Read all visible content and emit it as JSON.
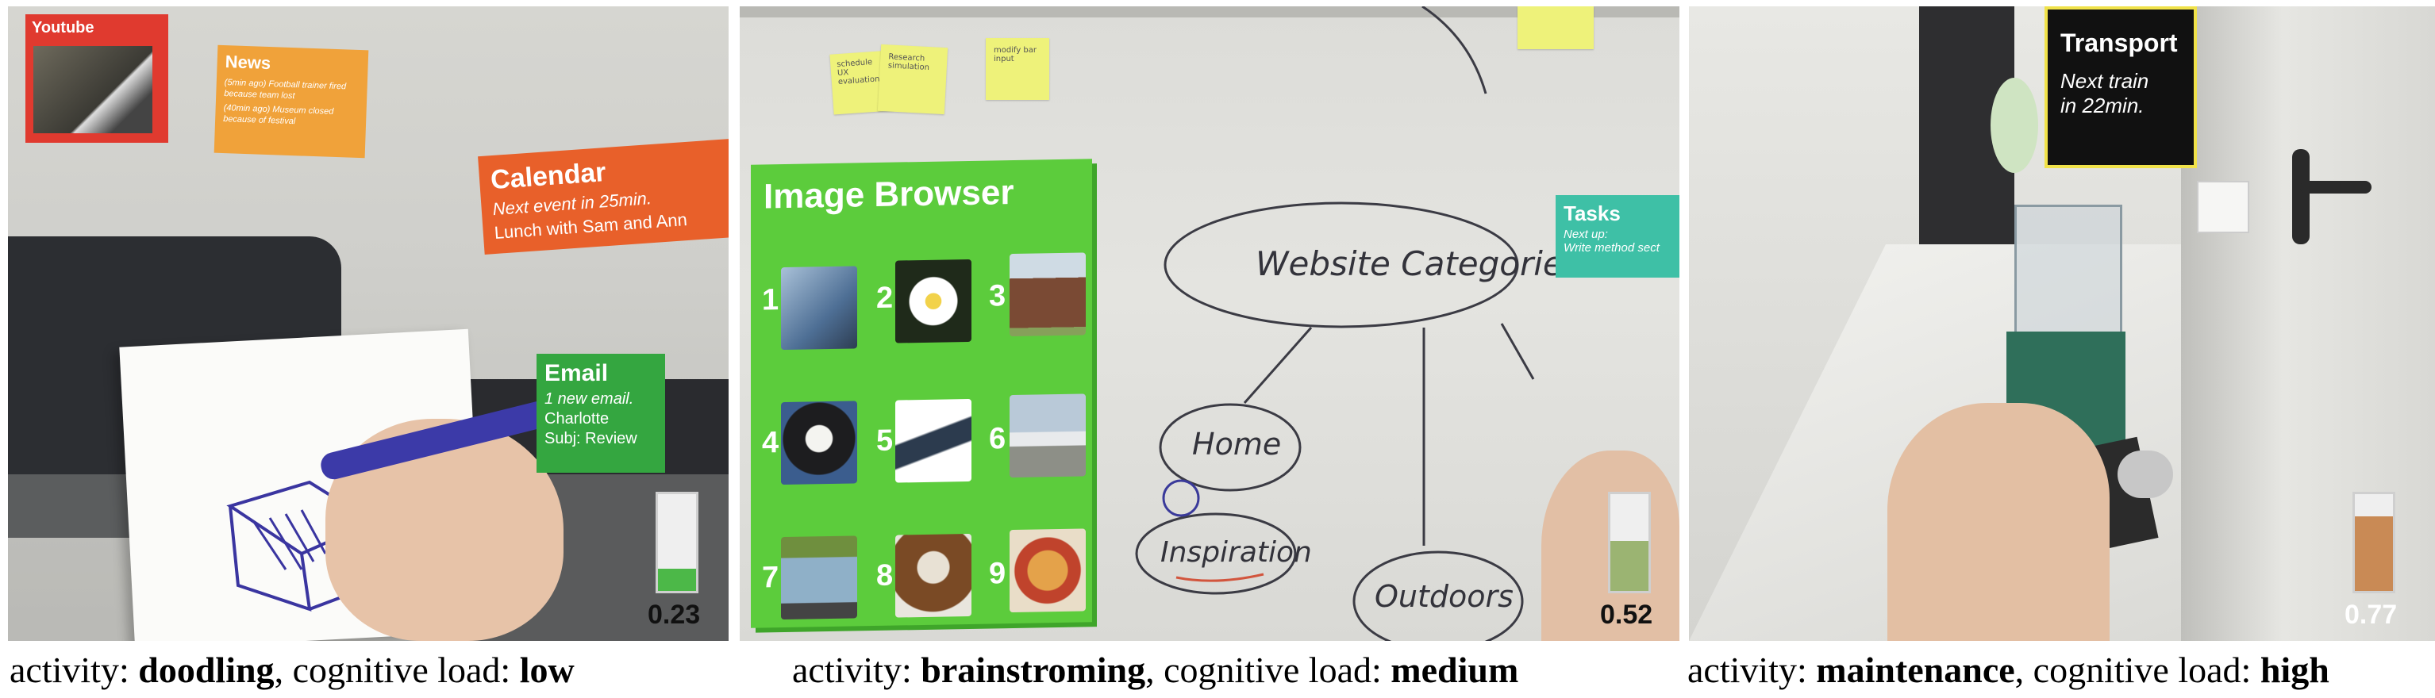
{
  "panels": [
    {
      "cards": {
        "youtube": {
          "title": "Youtube"
        },
        "news": {
          "title": "News",
          "line1": "(5min ago) Football trainer fired because team lost",
          "line2": "(40min ago) Museum closed because of festival"
        },
        "calendar": {
          "title": "Calendar",
          "line1": "Next event in 25min.",
          "line2": "Lunch with Sam and Ann"
        },
        "email": {
          "title": "Email",
          "line1": "1 new email.",
          "line2": "Charlotte",
          "line3": "Subj: Review"
        }
      },
      "gauge": {
        "value": 0.23,
        "label": "0.23",
        "color": "#4cb848"
      }
    },
    {
      "cards": {
        "image_browser": {
          "title": "Image Browser",
          "numbers": [
            "1",
            "2",
            "3",
            "4",
            "5",
            "6",
            "7",
            "8",
            "9"
          ]
        },
        "tasks": {
          "title": "Tasks",
          "line1": "Next up:",
          "line2": "Write method sect"
        }
      },
      "whiteboard": {
        "center": "Website Categories",
        "nodes": [
          "Home",
          "Inspiration",
          "Outdoors"
        ],
        "stickies": [
          "schedule UX evaluation",
          "Research simulation",
          "modify bar input"
        ]
      },
      "gauge": {
        "value": 0.52,
        "label": "0.52",
        "color": "#9bb472"
      }
    },
    {
      "cards": {
        "transport": {
          "title": "Transport",
          "line1": "Next train",
          "line2": "in 22min."
        }
      },
      "gauge": {
        "value": 0.77,
        "label": "0.77",
        "color": "#c98a55"
      }
    }
  ],
  "captions": [
    {
      "prefix": "activity: ",
      "activity": "doodling",
      "middle": ", cognitive load: ",
      "load": "low"
    },
    {
      "prefix": "activity: ",
      "activity": "brainstroming",
      "middle": ", cognitive load: ",
      "load": "medium"
    },
    {
      "prefix": "activity: ",
      "activity": "maintenance",
      "middle": ", cognitive load: ",
      "load": "high"
    }
  ],
  "colors": {
    "youtube_red": "#e03a2f",
    "news_orange": "#f0a23a",
    "calendar_orange": "#e8602a",
    "email_green": "#34a640",
    "browser_green": "#5ccc3c",
    "tasks_teal": "#3ec0a6",
    "transport_black": "#111111"
  }
}
